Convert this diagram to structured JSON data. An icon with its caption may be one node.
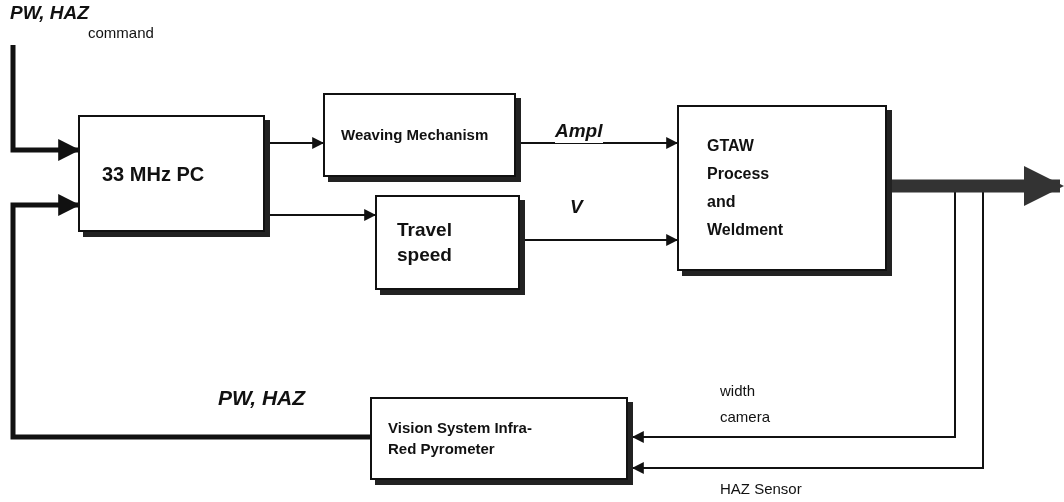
{
  "diagram": {
    "nodes": [
      {
        "text": [
          "PW, HAZ",
          "command"
        ]
      },
      {
        "text": [
          "33 MHz PC"
        ]
      },
      {
        "text": [
          "Weaving Mechanism"
        ]
      },
      {
        "text": [
          "Travel speed"
        ]
      },
      {
        "text": [
          "GTAW Process and Weldment"
        ]
      },
      {
        "text": [
          "Vision System Infra-Red Pyrometer"
        ]
      }
    ],
    "edges": [
      {
        "from": 0,
        "to": 1,
        "arrow": "to",
        "style": "thick"
      },
      {
        "from": 1,
        "to": 2,
        "arrow": "to"
      },
      {
        "from": 1,
        "to": 3,
        "arrow": "to"
      },
      {
        "from": 2,
        "to": 4,
        "arrow": "to",
        "label": "Ampl"
      },
      {
        "from": 3,
        "to": 4,
        "arrow": "to",
        "label": "V"
      },
      {
        "from": 4,
        "to": 5,
        "arrow": "to",
        "label": "width camera"
      },
      {
        "from": 4,
        "to": 5,
        "arrow": "to",
        "label": "HAZ Sensor"
      },
      {
        "from": 5,
        "to": 1,
        "arrow": "to",
        "style": "thick",
        "label": "PW, HAZ"
      },
      {
        "from": 4,
        "to": null,
        "arrow": "to",
        "style": "thick"
      }
    ]
  }
}
